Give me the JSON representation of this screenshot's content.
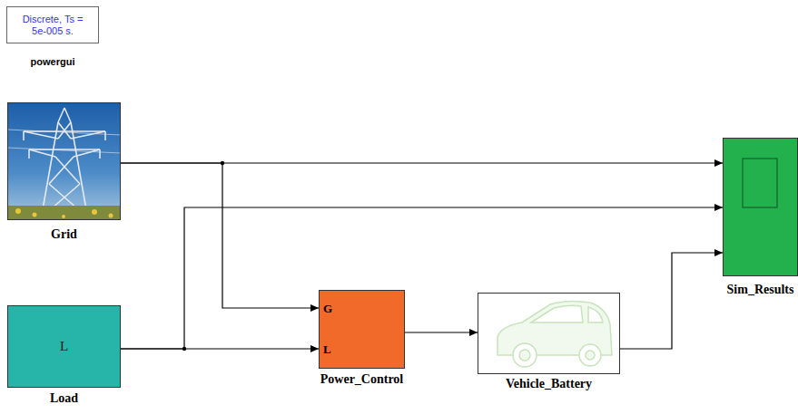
{
  "diagram": {
    "nodes": [
      {
        "text": [
          "Discrete, Ts = 5e-005 s.",
          "powergui"
        ]
      },
      {
        "text": [
          "Grid"
        ]
      },
      {
        "text": [
          "L",
          "Load"
        ]
      },
      {
        "text": [
          "G",
          "L",
          "Power_Control"
        ]
      },
      {
        "text": [
          "Vehicle_Battery"
        ]
      },
      {
        "text": [
          "Sim_Results"
        ]
      }
    ],
    "edges": [
      {
        "from": 1,
        "to": 5,
        "arrow": "to"
      },
      {
        "from": 1,
        "to": 3,
        "arrow": "to"
      },
      {
        "from": 2,
        "to": 5,
        "arrow": "to"
      },
      {
        "from": 2,
        "to": 3,
        "arrow": "to"
      },
      {
        "from": 3,
        "to": 4,
        "arrow": "to"
      },
      {
        "from": 4,
        "to": 5,
        "arrow": "to"
      }
    ]
  }
}
